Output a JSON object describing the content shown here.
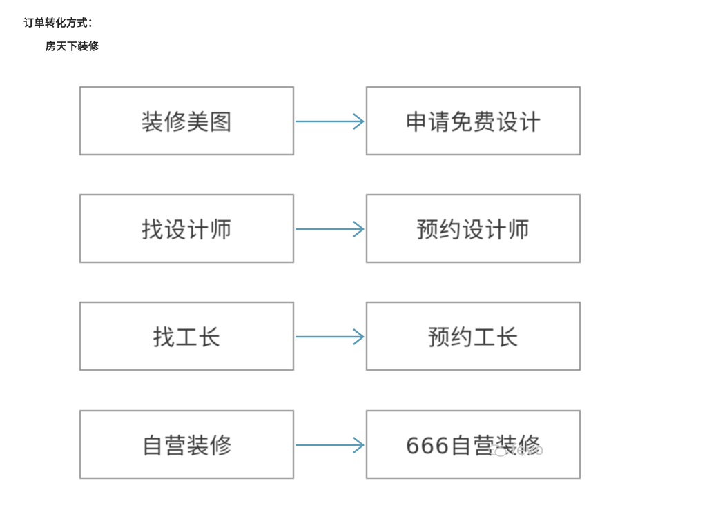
{
  "header": {
    "heading": "订单转化方式：",
    "subheading": "房天下装修"
  },
  "diagram": {
    "rows": [
      {
        "source": "装修美图",
        "target": "申请免费设计"
      },
      {
        "source": "找设计师",
        "target": "预约设计师"
      },
      {
        "source": "找工长",
        "target": "预约工长"
      },
      {
        "source": "自营装修",
        "target": "666自营装修"
      }
    ],
    "arrow_color": "#5b9bb5",
    "box_border_color": "#8c8c8c",
    "text_color": "#3a3a3a"
  },
  "watermark": {
    "text": "fevo",
    "icon": "wechat-icon"
  }
}
